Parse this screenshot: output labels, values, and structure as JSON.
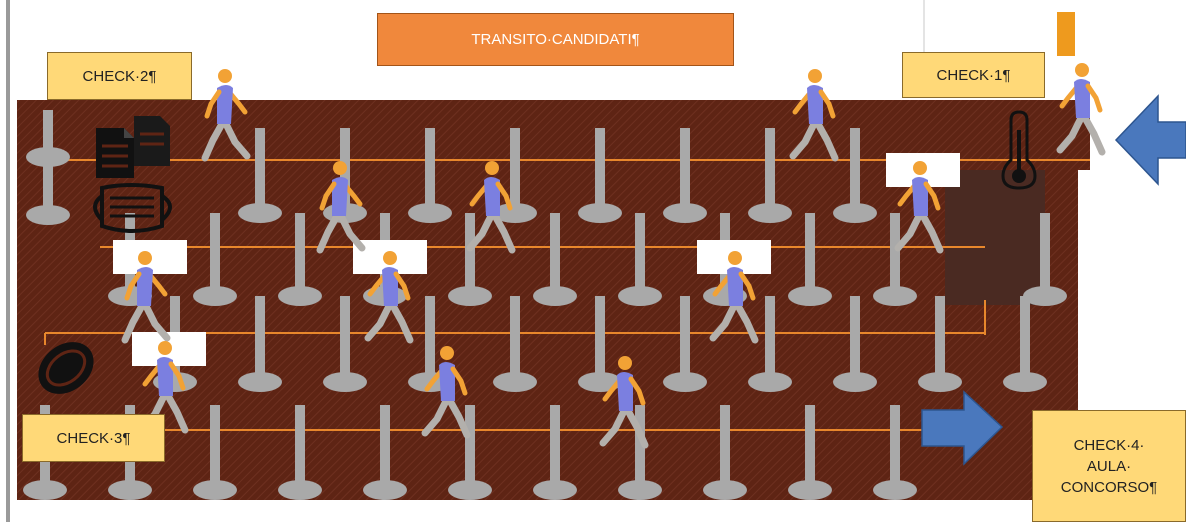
{
  "title": "TRANSITO·CANDIDATI¶",
  "checks": {
    "check1": "CHECK·1¶",
    "check2": "CHECK·2¶",
    "check3": "CHECK·3¶",
    "check4": [
      "CHECK·4·",
      "AULA·",
      "CONCORSO¶"
    ]
  },
  "icons": [
    "documents-icon",
    "mask-icon",
    "thermometer-icon",
    "hand-sanitizer-icon",
    "entrance-arrow-icon",
    "exit-arrow-icon",
    "walking-person-icon",
    "stanchion-icon"
  ],
  "colors": {
    "floor": "#5e2414",
    "stanchion": "#a9a9a9",
    "rope": "#e8872c",
    "person_body": "#7b7fe0",
    "person_head": "#f2a235",
    "person_legs": "#b3b0ac",
    "check_box": "#ffd978",
    "title_box": "#f0883c",
    "arrow": "#4a78bd"
  }
}
